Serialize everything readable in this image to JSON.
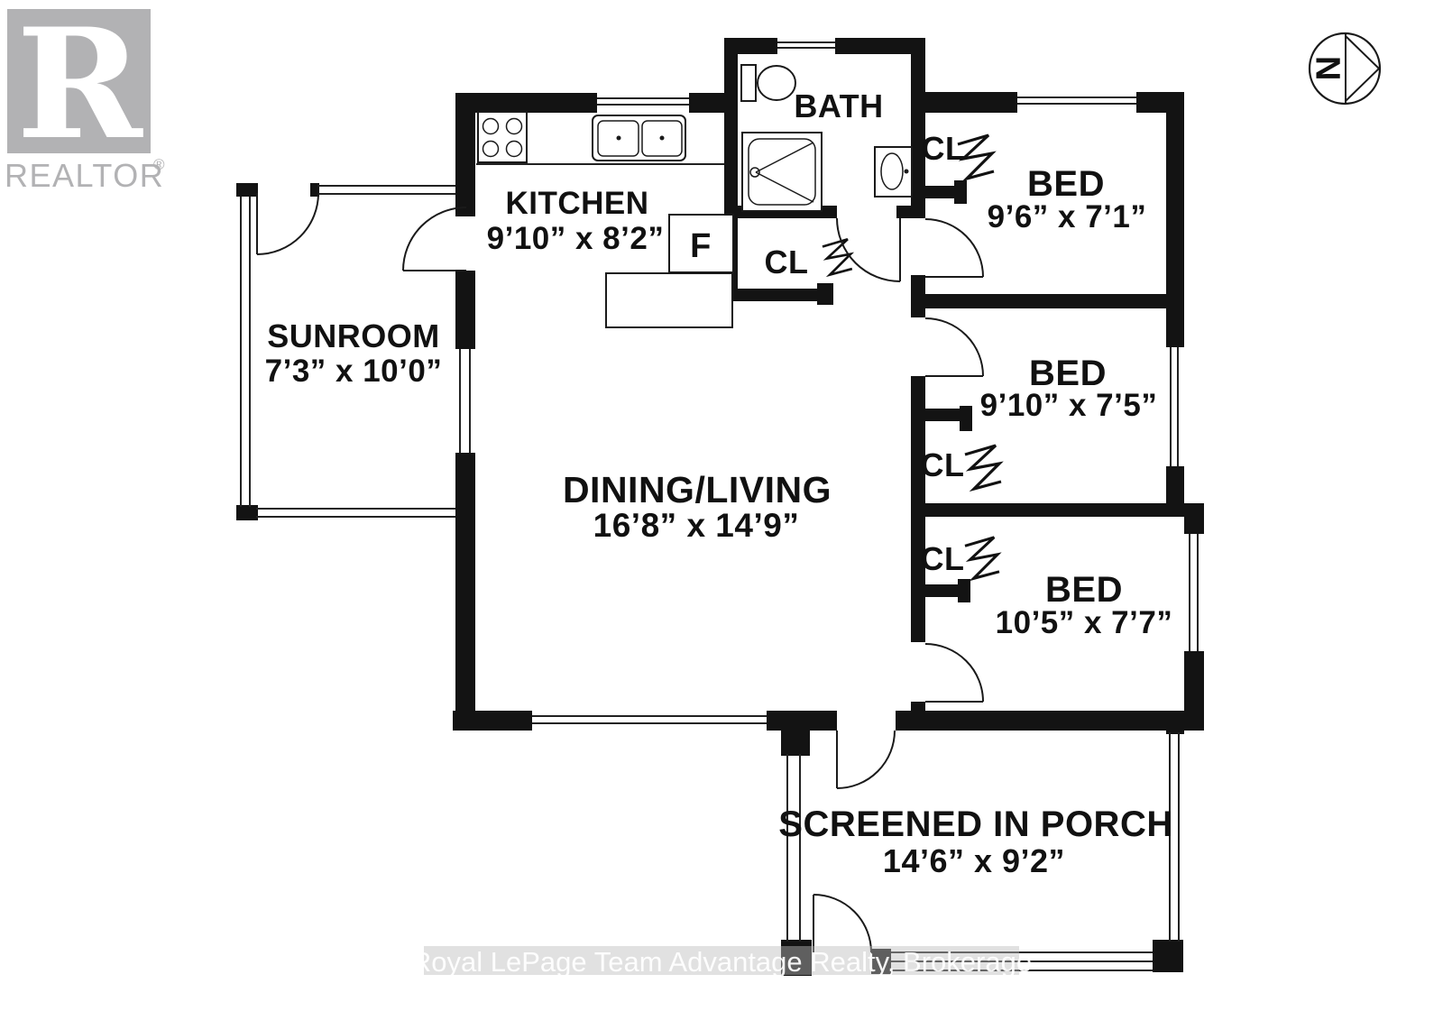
{
  "page": {
    "background": "#ffffff"
  },
  "branding": {
    "realtor_logo": {
      "r": "R",
      "wordmark": "REALTOR",
      "registered": "®",
      "color": "#b2b2b4"
    },
    "watermark": {
      "text": "Royal LePage Team Advantage Realty, Brokerage"
    }
  },
  "compass": {
    "letter": "N"
  },
  "plan": {
    "wall_color": "#131313",
    "rooms": {
      "sunroom": {
        "name": "SUNROOM",
        "dims": "7’3” x 10’0”"
      },
      "kitchen": {
        "name": "KITCHEN",
        "dims": "9’10” x 8’2”"
      },
      "bath": {
        "name": "BATH"
      },
      "dining_living": {
        "name": "DINING/LIVING",
        "dims": "16’8” x 14’9”"
      },
      "bed_1": {
        "name": "BED",
        "dims": "9’6” x 7’1”"
      },
      "bed_2": {
        "name": "BED",
        "dims": "9’10” x 7’5”"
      },
      "bed_3": {
        "name": "BED",
        "dims": "10’5” x 7’7”"
      },
      "screened_porch": {
        "name": "SCREENED IN PORCH",
        "dims": "14’6” x 9’2”"
      }
    },
    "labels": {
      "closet": "CL",
      "fridge": "F"
    }
  }
}
